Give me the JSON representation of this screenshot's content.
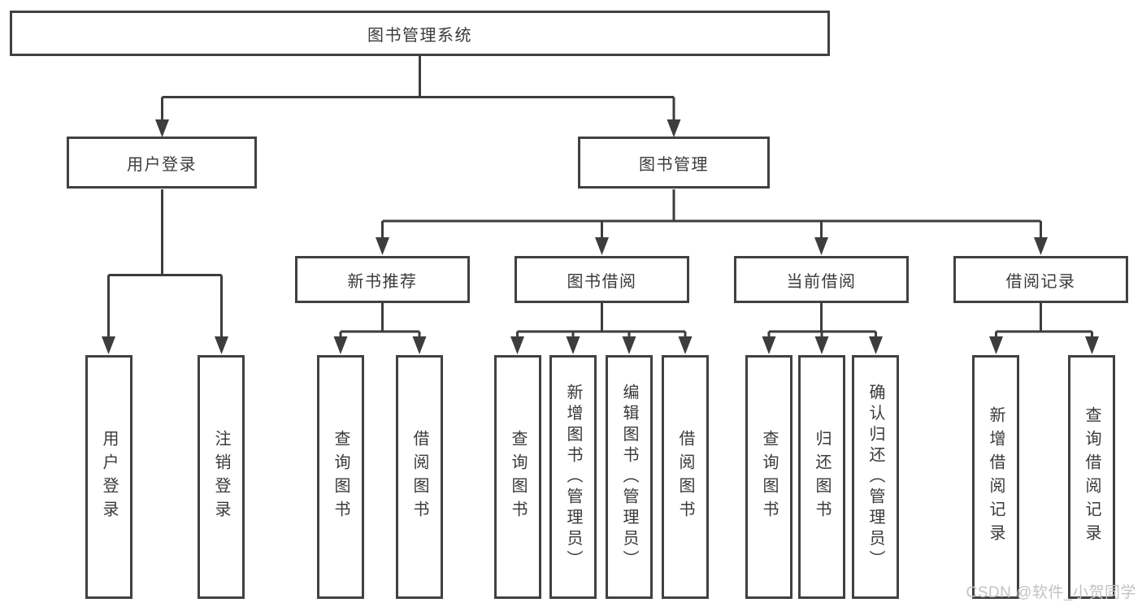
{
  "tree": {
    "root": "图书管理系统",
    "level2": [
      "用户登录",
      "图书管理"
    ],
    "level3": [
      "新书推荐",
      "图书借阅",
      "当前借阅",
      "借阅记录"
    ],
    "leaves": [
      "用户登录",
      "注销登录",
      "查询图书",
      "借阅图书",
      "查询图书",
      "新增图书（管理员）",
      "编辑图书（管理员）",
      "借阅图书",
      "查询图书",
      "归还图书",
      "确认归还（管理员）",
      "新增借阅记录",
      "查询借阅记录"
    ]
  },
  "watermark": {
    "text": "CSDN @软件_小贺同学"
  },
  "colors": {
    "line": "#3d3d3d",
    "border": "#414141",
    "text": "#3a3a3a",
    "watermark": "#c2c2c2",
    "background": "#ffffff"
  }
}
